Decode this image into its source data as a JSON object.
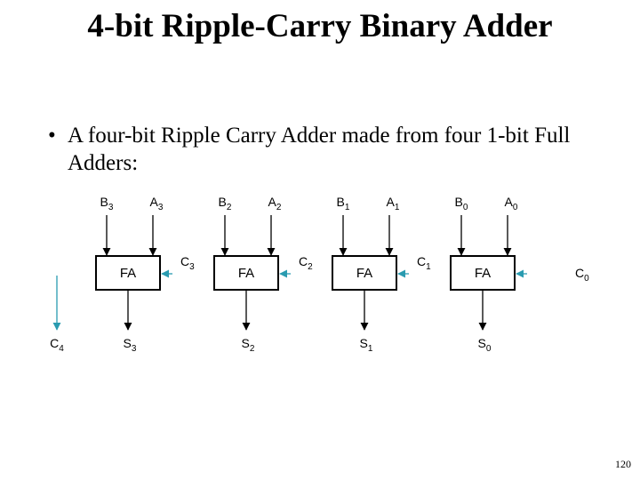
{
  "title": "4-bit Ripple-Carry Binary Adder",
  "bullet": {
    "marker": "•",
    "text": "A four-bit Ripple Carry Adder made from four 1-bit Full Adders:"
  },
  "diagram": {
    "block_label": "FA",
    "blocks": [
      {
        "a": {
          "base": "A",
          "sub": "3"
        },
        "b": {
          "base": "B",
          "sub": "3"
        },
        "s": {
          "base": "S",
          "sub": "3"
        },
        "cin": {
          "base": "C",
          "sub": "3"
        }
      },
      {
        "a": {
          "base": "A",
          "sub": "2"
        },
        "b": {
          "base": "B",
          "sub": "2"
        },
        "s": {
          "base": "S",
          "sub": "2"
        },
        "cin": {
          "base": "C",
          "sub": "2"
        }
      },
      {
        "a": {
          "base": "A",
          "sub": "1"
        },
        "b": {
          "base": "B",
          "sub": "1"
        },
        "s": {
          "base": "S",
          "sub": "1"
        },
        "cin": {
          "base": "C",
          "sub": "1"
        }
      },
      {
        "a": {
          "base": "A",
          "sub": "0"
        },
        "b": {
          "base": "B",
          "sub": "0"
        },
        "s": {
          "base": "S",
          "sub": "0"
        },
        "cin": {
          "base": "C",
          "sub": "0"
        }
      }
    ],
    "carry_out": {
      "base": "C",
      "sub": "4"
    },
    "carry_color": "#2a9bb0"
  },
  "page_number": "120"
}
